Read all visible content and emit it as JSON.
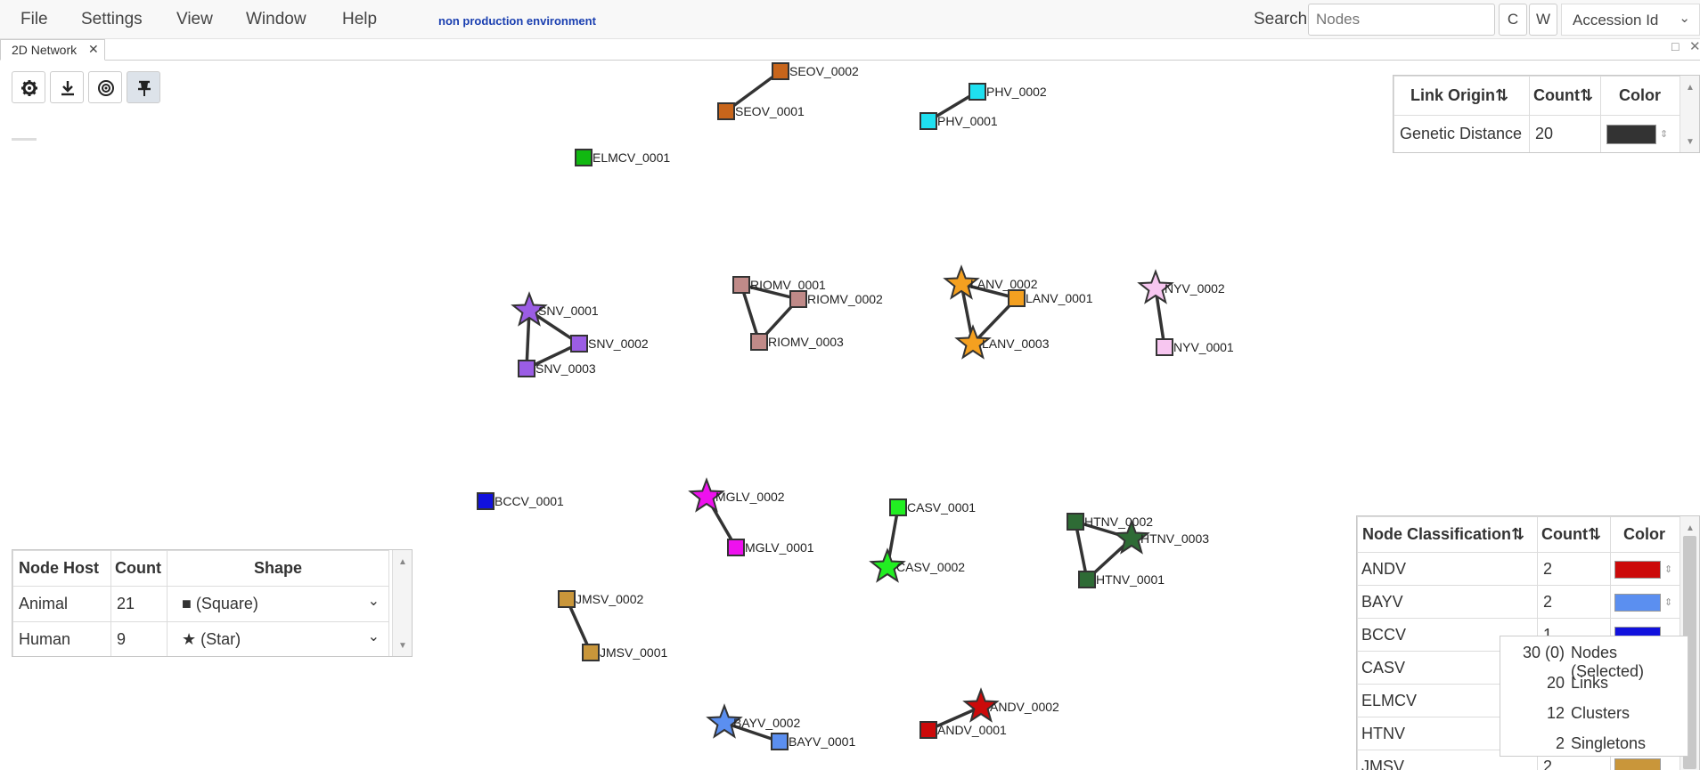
{
  "menu": {
    "items": [
      "File",
      "Settings",
      "View",
      "Window",
      "Help"
    ],
    "environment": "non production environment",
    "search_label": "Search",
    "search_placeholder": "Nodes",
    "case_button": "C",
    "word_button": "W",
    "search_field": "Accession Id"
  },
  "tab": {
    "label": "2D Network"
  },
  "toolbar": {
    "icons": [
      "gear-icon",
      "download-icon",
      "target-icon",
      "pin-icon"
    ]
  },
  "colors": {
    "link": "#333333",
    "node_stroke": "#333333"
  },
  "network": {
    "nodes": [
      {
        "id": "SEOV_0002",
        "shape": "square",
        "color": "#c8651b"
      },
      {
        "id": "SEOV_0001",
        "shape": "square",
        "color": "#c8651b"
      },
      {
        "id": "PHV_0002",
        "shape": "square",
        "color": "#1fe0f0"
      },
      {
        "id": "PHV_0001",
        "shape": "square",
        "color": "#1fe0f0"
      },
      {
        "id": "ELMCV_0001",
        "shape": "square",
        "color": "#11b811"
      },
      {
        "id": "SNV_0001",
        "shape": "star",
        "color": "#9b5de5"
      },
      {
        "id": "SNV_0002",
        "shape": "square",
        "color": "#9b5de5"
      },
      {
        "id": "SNV_0003",
        "shape": "square",
        "color": "#9b5de5"
      },
      {
        "id": "RIOMV_0001",
        "shape": "square",
        "color": "#c08a88"
      },
      {
        "id": "RIOMV_0002",
        "shape": "square",
        "color": "#c08a88"
      },
      {
        "id": "RIOMV_0003",
        "shape": "square",
        "color": "#c08a88"
      },
      {
        "id": "LANV_0002",
        "shape": "star",
        "color": "#f4a020"
      },
      {
        "id": "LANV_0001",
        "shape": "square",
        "color": "#f4a020"
      },
      {
        "id": "LANV_0003",
        "shape": "star",
        "color": "#f4a020"
      },
      {
        "id": "NYV_0002",
        "shape": "star",
        "color": "#f7c6f0"
      },
      {
        "id": "NYV_0001",
        "shape": "square",
        "color": "#f7c6f0"
      },
      {
        "id": "BCCV_0001",
        "shape": "square",
        "color": "#1111dd"
      },
      {
        "id": "MGLV_0002",
        "shape": "star",
        "color": "#ee11ee"
      },
      {
        "id": "MGLV_0001",
        "shape": "square",
        "color": "#ee11ee"
      },
      {
        "id": "CASV_0001",
        "shape": "square",
        "color": "#22ee22"
      },
      {
        "id": "CASV_0002",
        "shape": "star",
        "color": "#22ee22"
      },
      {
        "id": "HTNV_0002",
        "shape": "square",
        "color": "#2e6b35"
      },
      {
        "id": "HTNV_0003",
        "shape": "star",
        "color": "#2e6b35"
      },
      {
        "id": "HTNV_0001",
        "shape": "square",
        "color": "#2e6b35"
      },
      {
        "id": "JMSV_0002",
        "shape": "square",
        "color": "#c9963a"
      },
      {
        "id": "JMSV_0001",
        "shape": "square",
        "color": "#c9963a"
      },
      {
        "id": "BAYV_0002",
        "shape": "star",
        "color": "#5b8ff0"
      },
      {
        "id": "BAYV_0001",
        "shape": "square",
        "color": "#5b8ff0"
      },
      {
        "id": "ANDV_0002",
        "shape": "star",
        "color": "#cc0a0a"
      },
      {
        "id": "ANDV_0001",
        "shape": "square",
        "color": "#cc0a0a"
      }
    ],
    "links": [
      [
        "SEOV_0001",
        "SEOV_0002"
      ],
      [
        "PHV_0001",
        "PHV_0002"
      ],
      [
        "SNV_0001",
        "SNV_0002"
      ],
      [
        "SNV_0001",
        "SNV_0003"
      ],
      [
        "SNV_0002",
        "SNV_0003"
      ],
      [
        "RIOMV_0001",
        "RIOMV_0002"
      ],
      [
        "RIOMV_0001",
        "RIOMV_0003"
      ],
      [
        "RIOMV_0002",
        "RIOMV_0003"
      ],
      [
        "LANV_0002",
        "LANV_0001"
      ],
      [
        "LANV_0002",
        "LANV_0003"
      ],
      [
        "LANV_0001",
        "LANV_0003"
      ],
      [
        "NYV_0002",
        "NYV_0001"
      ],
      [
        "MGLV_0002",
        "MGLV_0001"
      ],
      [
        "CASV_0001",
        "CASV_0002"
      ],
      [
        "HTNV_0002",
        "HTNV_0003"
      ],
      [
        "HTNV_0002",
        "HTNV_0001"
      ],
      [
        "HTNV_0003",
        "HTNV_0001"
      ],
      [
        "JMSV_0002",
        "JMSV_0001"
      ],
      [
        "BAYV_0002",
        "BAYV_0001"
      ],
      [
        "ANDV_0001",
        "ANDV_0002"
      ]
    ]
  },
  "link_table": {
    "headers": [
      "Link Origin⇅",
      "Count⇅",
      "Color"
    ],
    "rows": [
      {
        "origin": "Genetic Distance",
        "count": "20",
        "color": "#333333"
      }
    ]
  },
  "host_table": {
    "headers": [
      "Node Host",
      "Count",
      "Shape"
    ],
    "rows": [
      {
        "host": "Animal",
        "count": "21",
        "shape": "■ (Square)"
      },
      {
        "host": "Human",
        "count": "9",
        "shape": "★ (Star)"
      }
    ]
  },
  "class_table": {
    "headers": [
      "Node Classification⇅",
      "Count⇅",
      "Color"
    ],
    "rows": [
      {
        "name": "ANDV",
        "count": "2",
        "color": "#cc0a0a"
      },
      {
        "name": "BAYV",
        "count": "2",
        "color": "#5b8ff0"
      },
      {
        "name": "BCCV",
        "count": "1",
        "color": "#1111dd"
      },
      {
        "name": "CASV",
        "count": "",
        "color": ""
      },
      {
        "name": "ELMCV",
        "count": "",
        "color": ""
      },
      {
        "name": "HTNV",
        "count": "",
        "color": ""
      },
      {
        "name": "JMSV",
        "count": "2",
        "color": "#c9963a"
      }
    ]
  },
  "stats": {
    "nodes_value": "30 (0)",
    "nodes_label": "Nodes (Selected)",
    "links_value": "20",
    "links_label": "Links",
    "clusters_value": "12",
    "clusters_label": "Clusters",
    "singletons_value": "2",
    "singletons_label": "Singletons"
  }
}
